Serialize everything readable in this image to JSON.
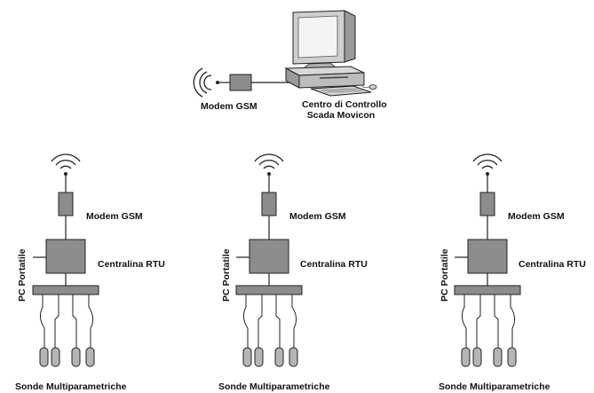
{
  "central": {
    "modem_label": "Modem GSM",
    "center_label_line1": "Centro di Controllo",
    "center_label_line2": "Scada Movicon"
  },
  "stations": [
    {
      "modem_label": "Modem GSM",
      "rtu_label": "Centralina RTU",
      "pc_label": "PC Portatile",
      "probes_label": "Sonde Multiparametriche"
    },
    {
      "modem_label": "Modem GSM",
      "rtu_label": "Centralina RTU",
      "pc_label": "PC Portatile",
      "probes_label": "Sonde Multiparametriche"
    },
    {
      "modem_label": "Modem GSM",
      "rtu_label": "Centralina RTU",
      "pc_label": "PC Portatile",
      "probes_label": "Sonde Multiparametriche"
    }
  ],
  "colors": {
    "box_fill": "#8c8c8c",
    "stroke": "#222222",
    "probe_fill": "#b5b5b5"
  }
}
